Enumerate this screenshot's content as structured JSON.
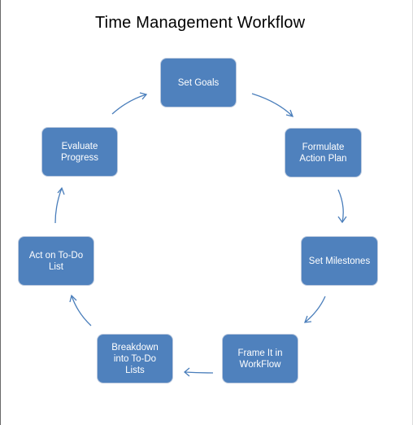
{
  "title": "Time Management  Workflow",
  "colors": {
    "node_fill": "#4f81bd",
    "node_text": "#ffffff",
    "arrow": "#4a7ebb"
  },
  "nodes": [
    {
      "label": "Set Goals"
    },
    {
      "label": "Formulate\nAction Plan"
    },
    {
      "label": "Set Milestones"
    },
    {
      "label": "Frame It in\nWorkFlow"
    },
    {
      "label": "Breakdown\ninto To-Do\nLists"
    },
    {
      "label": "Act on To-Do\nList"
    },
    {
      "label": "Evaluate\nProgress"
    }
  ]
}
